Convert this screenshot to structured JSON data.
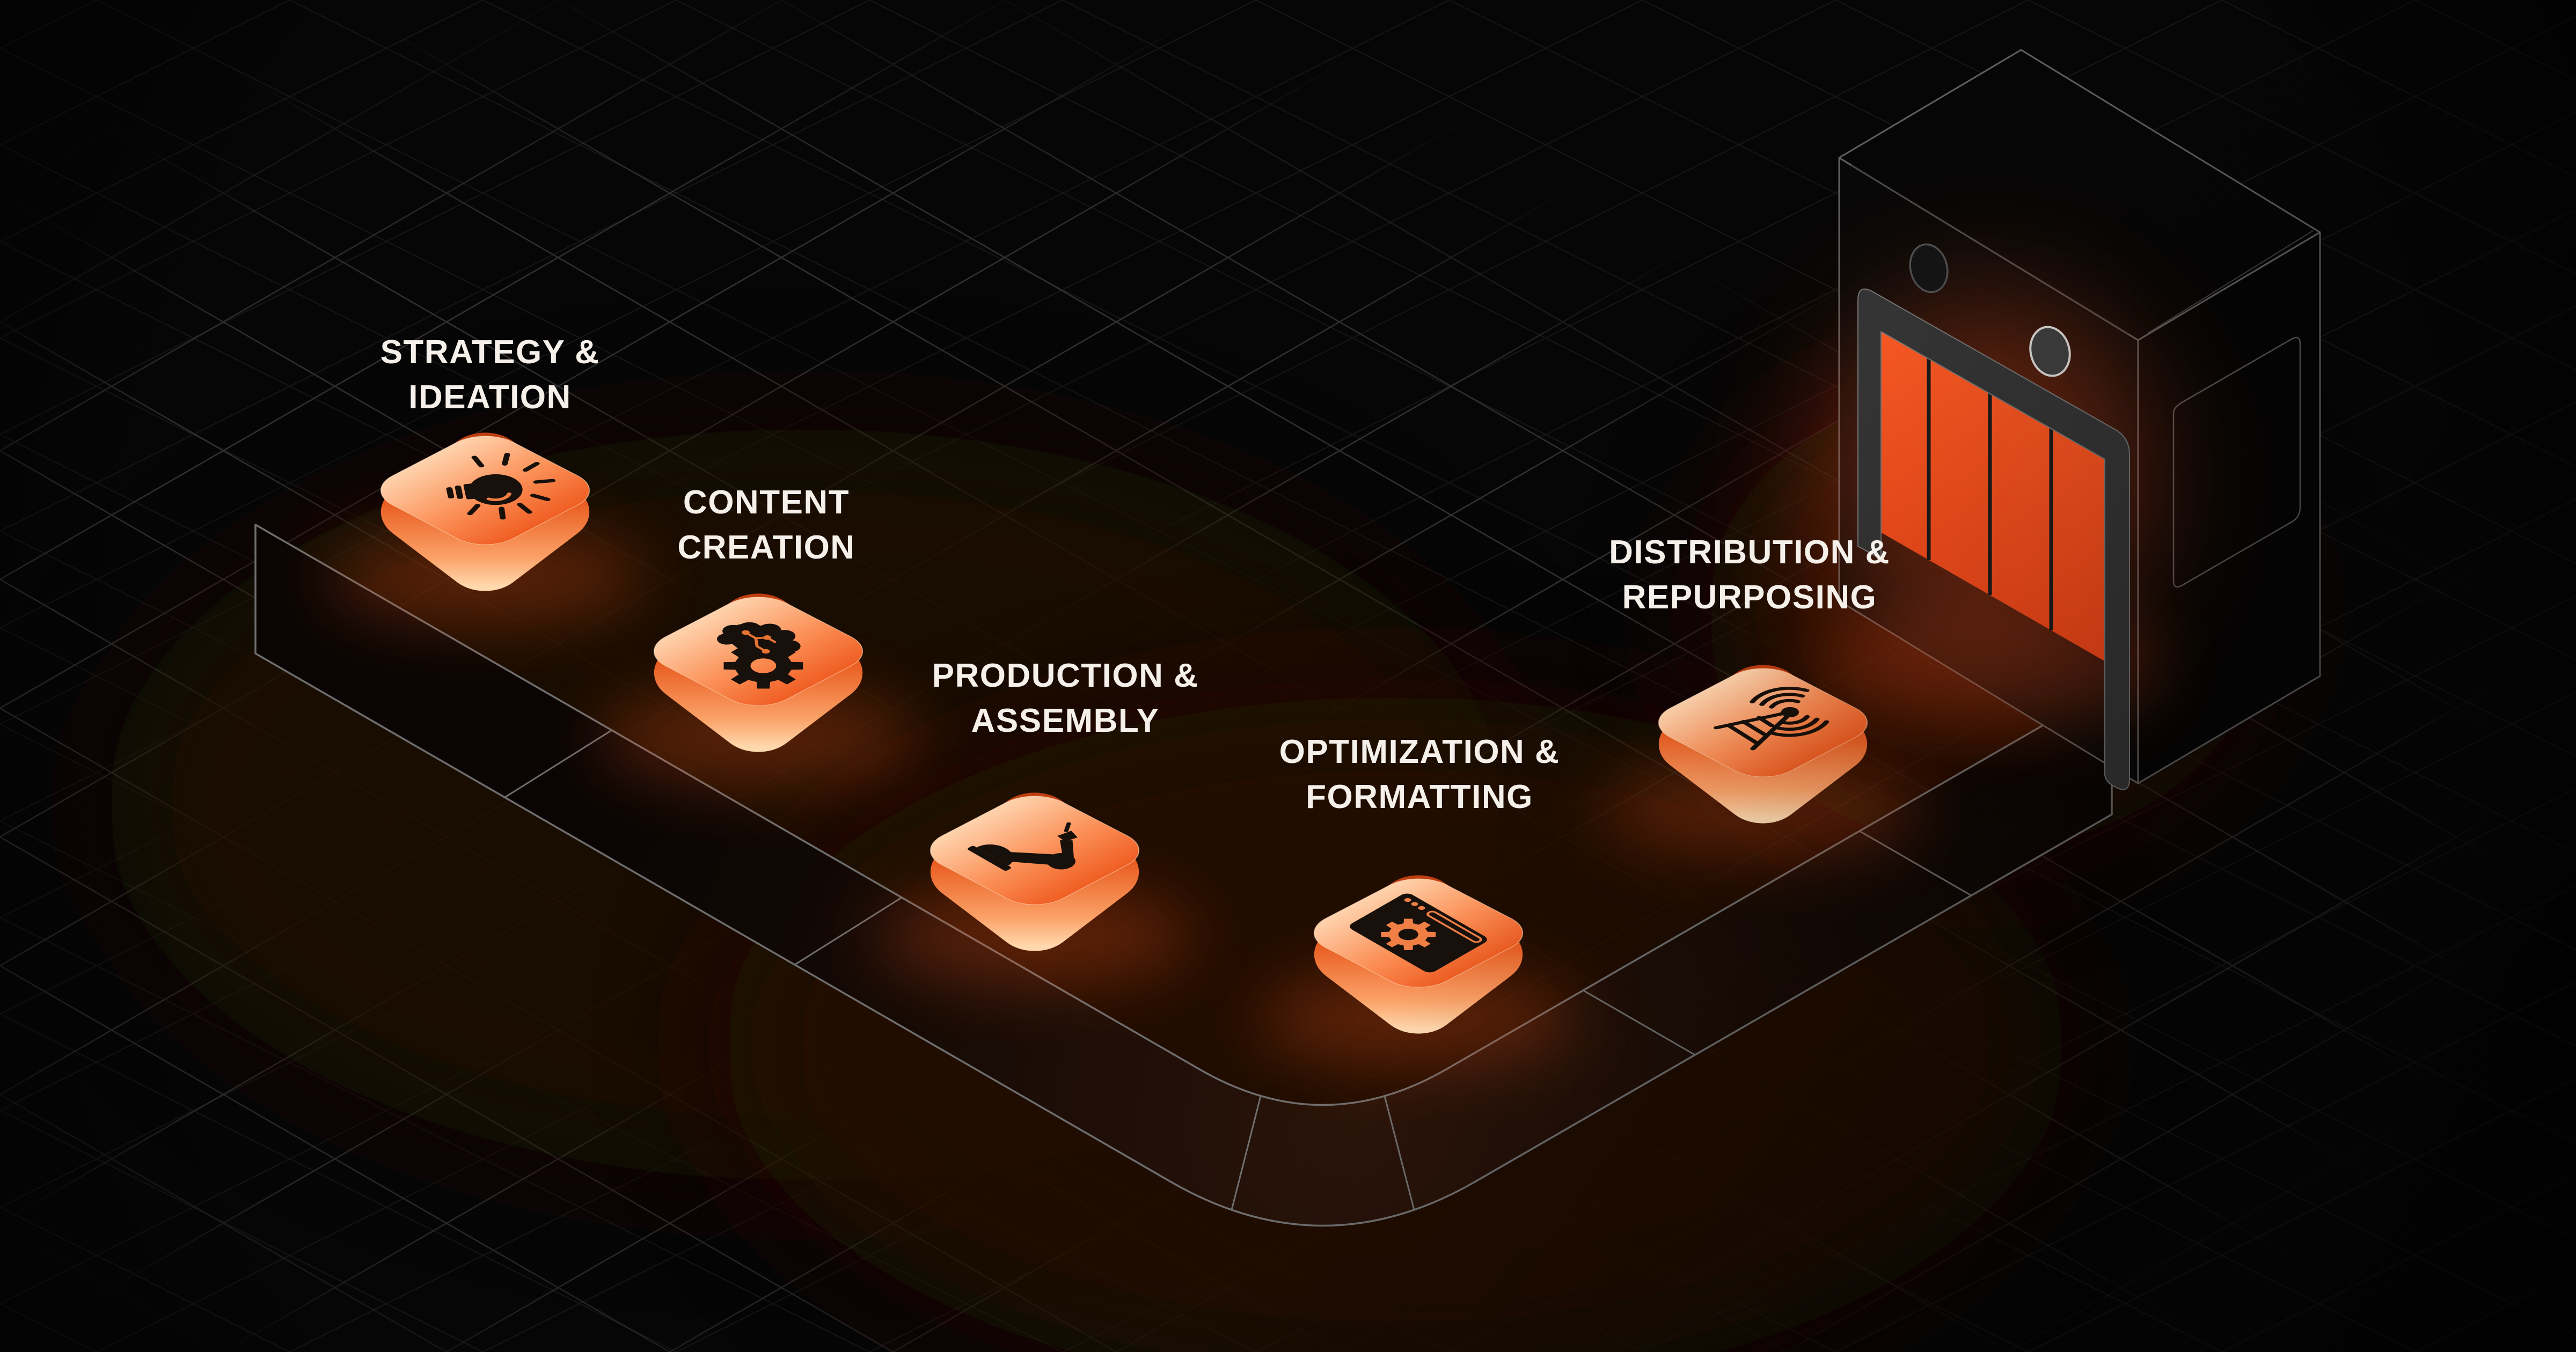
{
  "pipeline": {
    "stages": [
      {
        "id": "strategy-ideation",
        "label_line1": "STRATEGY &",
        "label_line2": "IDEATION",
        "icon": "lightbulb-icon"
      },
      {
        "id": "content-creation",
        "label_line1": "CONTENT",
        "label_line2": "CREATION",
        "icon": "brain-gear-icon"
      },
      {
        "id": "production-assembly",
        "label_line1": "PRODUCTION &",
        "label_line2": "ASSEMBLY",
        "icon": "robot-arm-icon"
      },
      {
        "id": "optimization-formatting",
        "label_line1": "OPTIMIZATION &",
        "label_line2": "FORMATTING",
        "icon": "browser-gear-icon"
      },
      {
        "id": "distribution-repurposing",
        "label_line1": "DISTRIBUTION &",
        "label_line2": "REPURPOSING",
        "icon": "radio-tower-icon"
      }
    ],
    "garage": {
      "name": "loading-dock",
      "door_panels": 4,
      "lights": 2
    },
    "colors": {
      "background": "#060606",
      "grid_faint": "#161616",
      "grid_bright": "#333333",
      "path_line": "#6E6E6E",
      "tile_top_light": "#FFD7B3",
      "tile_top_deep": "#EF5A1F",
      "tile_side_dark": "#BF3E10",
      "tile_side_light": "#FFD9AE",
      "icon_dark": "#17100B",
      "icon_accent": "#F07F45",
      "door_orange": "#F4511E",
      "frame_gray": "#343434",
      "outline_gray": "#5F5F5F",
      "text": "#F5F0EA"
    }
  }
}
